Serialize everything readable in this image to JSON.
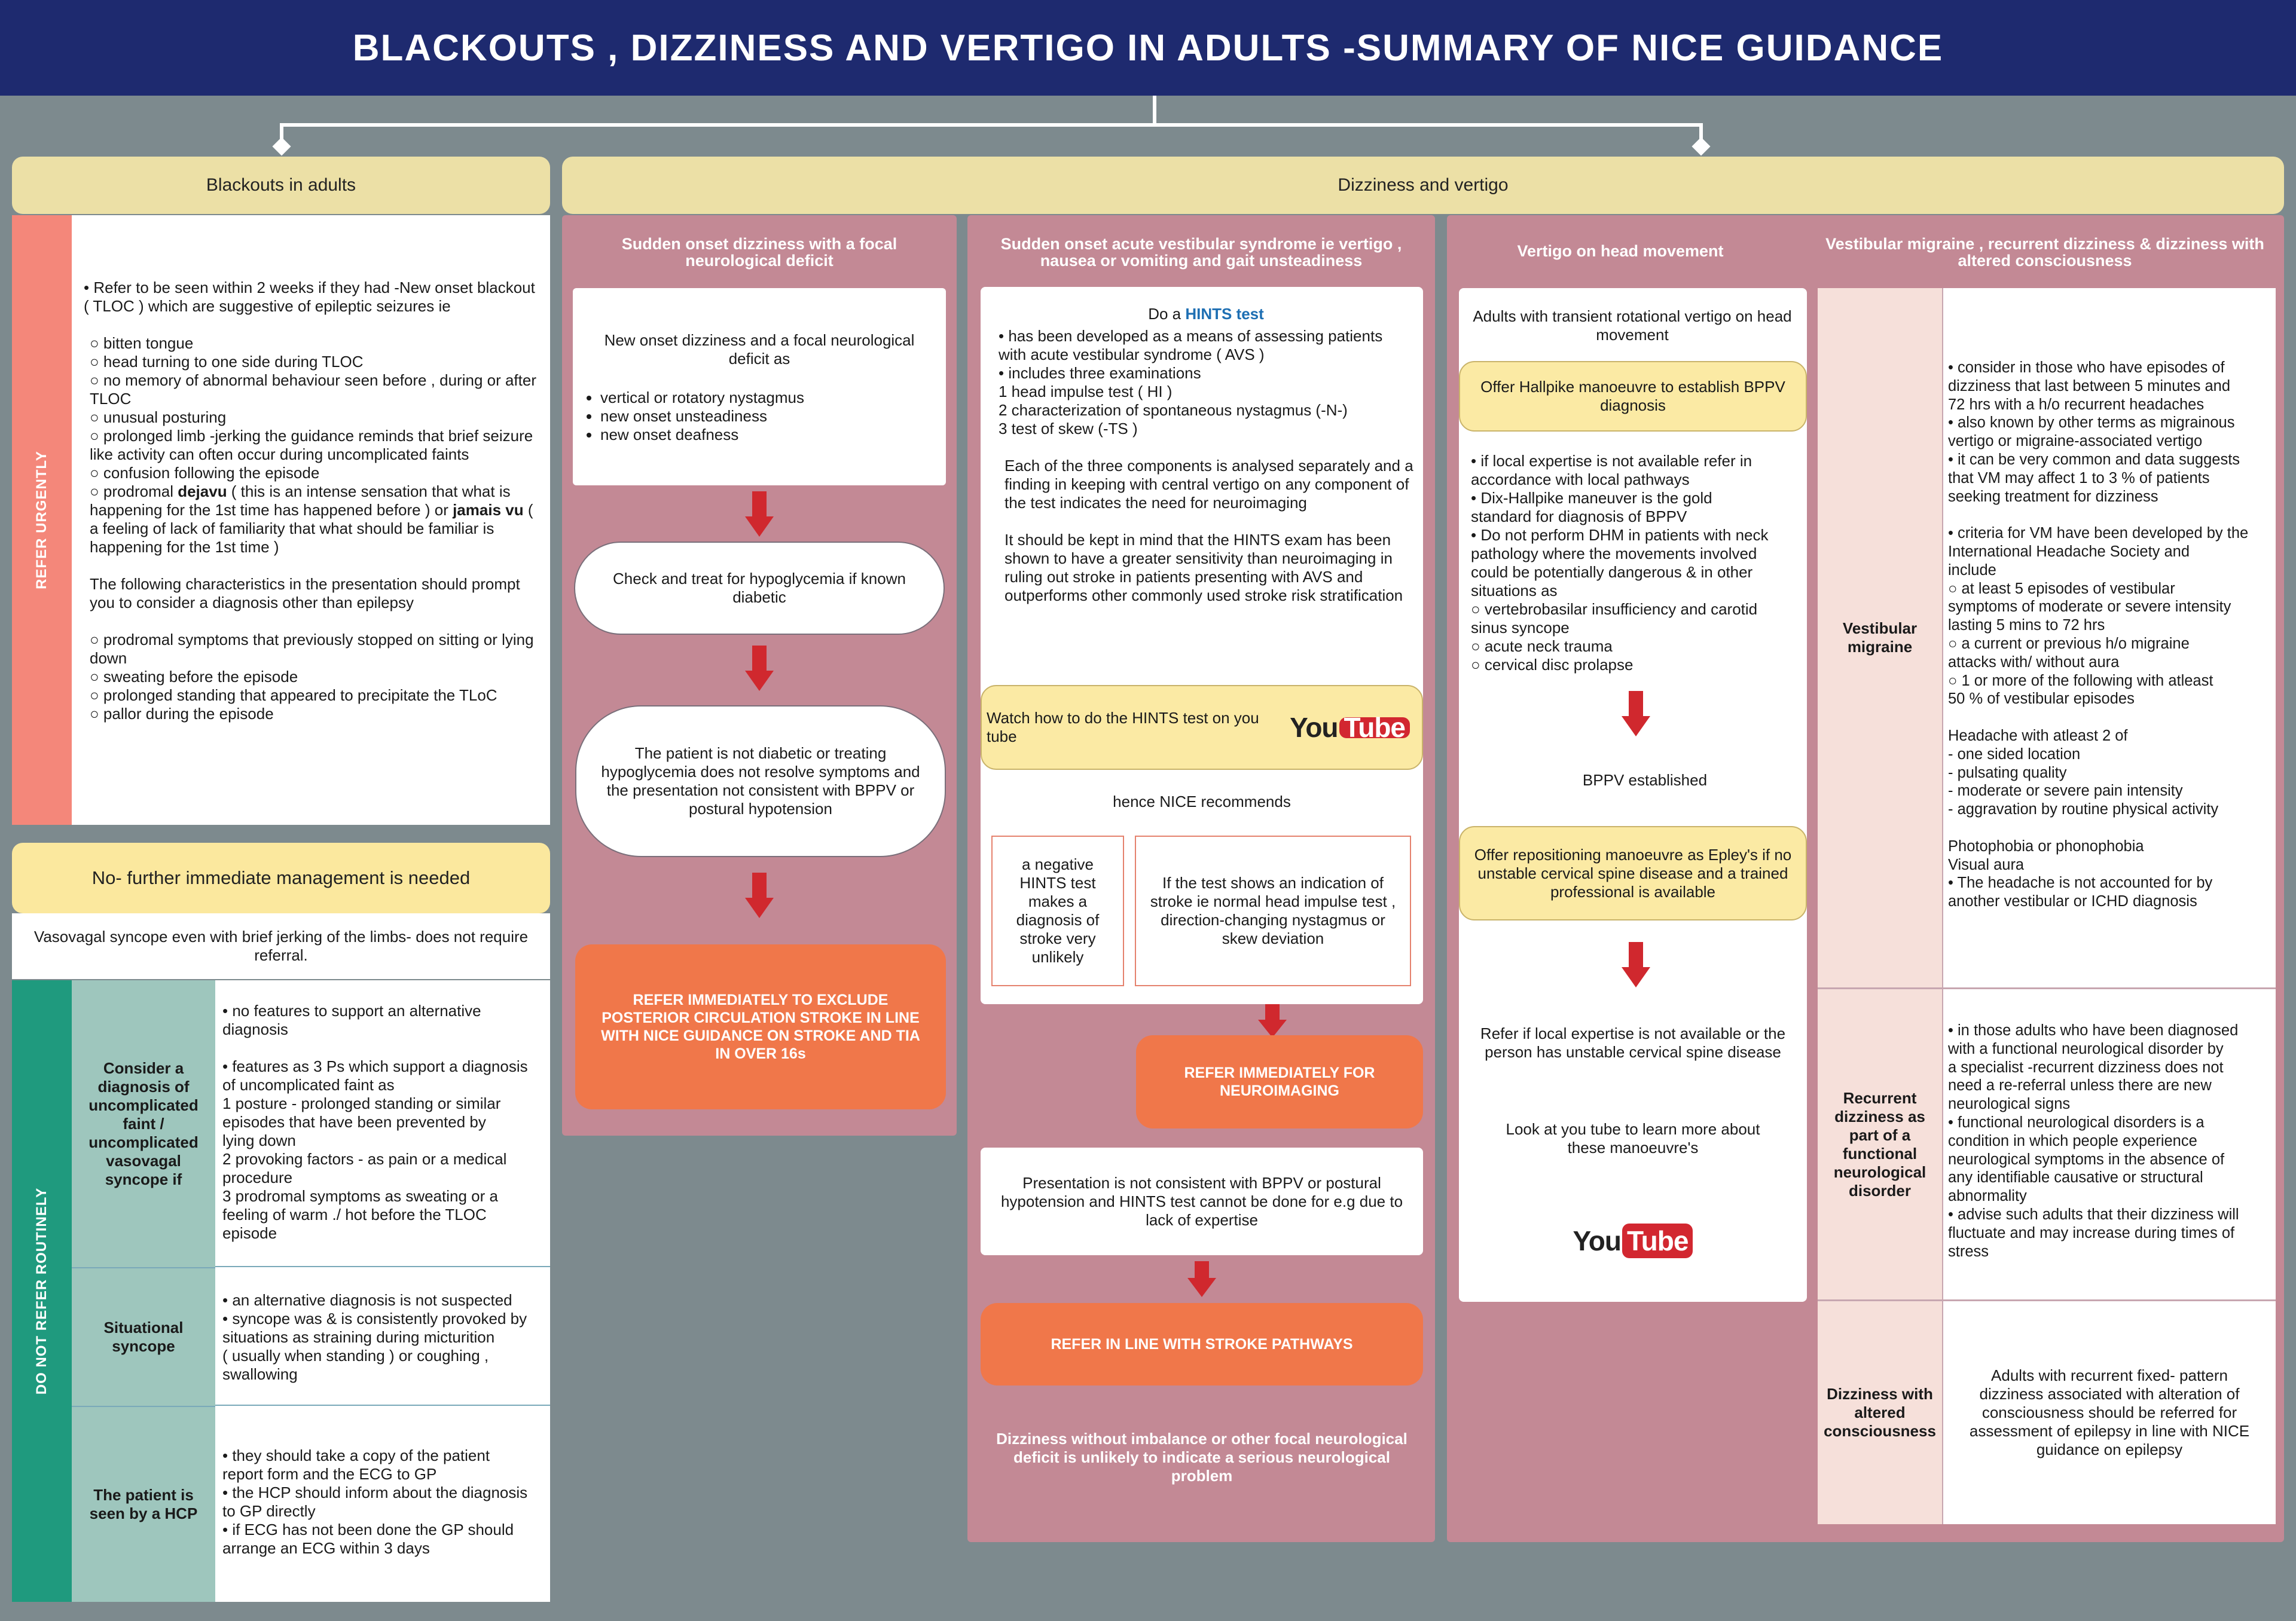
{
  "title": "BLACKOUTS , DIZZINESS AND VERTIGO IN ADULTS -SUMMARY OF NICE GUIDANCE",
  "blackouts": {
    "header": "Blackouts in adults",
    "refer_urgently_label": "REFER URGENTLY",
    "urgent_intro": "• Refer to be seen within 2 weeks if they had -New onset blackout\n( TLOC ) which are suggestive of epileptic seizures ie",
    "urgent_signs": "○ bitten tongue\n○ head turning to one side during TLOC\n○ no memory of abnormal behaviour seen before , during or after TLOC\n○ unusual posturing\n○ prolonged limb -jerking the guidance reminds that brief seizure like activity can  often occur during uncomplicated faints\n○ confusion following the episode",
    "prodromal_a": "○ prodromal ",
    "dejavu": "dejavu",
    "prodromal_b": " ( this is an intense sensation that what is happening for the 1st time has happened before ) or ",
    "jamais": "jamais vu",
    "prodromal_c": " ( a feeling of lack of familiarity that what should be familiar is happening for the 1st time )",
    "other_dx": "The following characteristics in the presentation should prompt you to consider a diagnosis other than epilepsy",
    "other_signs": "○ prodromal symptoms that previously stopped on sitting or lying down\n○ sweating before the episode\n○ prolonged standing that appeared to precipitate the TLoC\n○ pallor during the episode",
    "no_further": "No- further immediate management is needed",
    "vasovagal": "Vasovagal syncope even with brief jerking of the limbs- does not require referral.",
    "do_not_refer_label": "DO NOT REFER ROUTINELY",
    "rows": [
      {
        "label": "Consider a diagnosis of uncomplicated faint / uncomplicated vasovagal syncope if",
        "text": "• no features to support an alternative\n   diagnosis\n\n• features as 3 Ps which support a diagnosis\n   of uncomplicated faint as\n   1 posture - prolonged standing or similar\n   episodes that have been prevented by\n   lying down\n   2 provoking factors - as pain or a medical\n   procedure\n   3 prodromal symptoms as sweating or a\n   feeling of warm ./ hot before the TLOC\n   episode"
      },
      {
        "label": "Situational syncope",
        "text": "• an alternative diagnosis is not suspected\n• syncope was & is consistently provoked by\n   situations as straining during micturition\n   ( usually when standing ) or coughing ,\n   swallowing"
      },
      {
        "label": "The patient is seen by a HCP",
        "text": "• they should take a copy of the patient\n   report form and the ECG to GP\n• the HCP should inform about the diagnosis\n   to GP directly\n• if ECG has not been done the GP should\n   arrange an ECG within 3 days"
      }
    ]
  },
  "dizziness": {
    "header": "Dizziness and vertigo",
    "col1": {
      "head": "Sudden onset dizziness with a focal neurological deficit",
      "box1_intro": "New onset dizziness and a focal neurological deficit as",
      "box1_items": [
        "vertical or rotatory nystagmus",
        "new onset unsteadiness",
        "new onset deafness"
      ],
      "pill1": "Check and treat for hypoglycemia if known diabetic",
      "pill2": "The patient is not diabetic or treating hypoglycemia does not resolve symptoms and the presentation not consistent with BPPV or postural hypotension",
      "refer": "REFER IMMEDIATELY TO EXCLUDE POSTERIOR CIRCULATION STROKE IN LINE WITH NICE GUIDANCE ON STROKE AND TIA IN OVER 16s"
    },
    "col2": {
      "head": "Sudden onset acute vestibular syndrome ie vertigo , nausea or vomiting and gait unsteadiness",
      "do_a": "Do a ",
      "hints": "HINTS test",
      "hints_items": "• has been developed as a means of assessing patients\n   with acute vestibular syndrome ( AVS )\n• includes three examinations\n   1 head impulse test ( HI )\n   2 characterization of spontaneous nystagmus (-N-)\n   3 test of skew (-TS )",
      "hints_para1": "Each of the three components is analysed separately and a finding in keeping with central vertigo on any component of the test indicates the need for neuroimaging",
      "hints_para2": "It should be kept in mind that the HINTS exam has been shown to have a greater sensitivity than neuroimaging in ruling out stroke in patients presenting with AVS and outperforms other commonly used stroke risk stratification",
      "watch": "Watch how to do the HINTS test on you tube",
      "youtube_you": "You",
      "youtube_tube": "Tube",
      "hence": "hence NICE recommends",
      "negative": "a negative HINTS test makes a diagnosis of stroke very unlikely",
      "positive": "If the test shows an indication of stroke ie normal head impulse test , direction-changing nystagmus or skew deviation",
      "refer_neuro": "REFER IMMEDIATELY FOR NEUROIMAGING",
      "not_consistent": "Presentation is not consistent with BPPV or postural hypotension and HINTS test cannot be done for e.g due to lack of expertise",
      "refer_stroke": "REFER IN LINE WITH STROKE PATHWAYS",
      "footer": "Dizziness without imbalance or other focal neurological deficit is unlikely to indicate a serious neurological problem"
    },
    "col3": {
      "head": "Vertigo on head movement",
      "adults": "Adults with transient rotational vertigo on head movement",
      "offer_hallpike": "Offer Hallpike manoeuvre to establish BPPV diagnosis",
      "list": "• if local expertise is not available refer in\n   accordance with local pathways\n• Dix-Hallpike maneuver is the gold\n   standard for diagnosis of BPPV\n• Do not perform DHM in patients with neck\n   pathology where the movements involved\n   could be potentially dangerous & in other\n   situations as\n○ vertebrobasilar insufficiency and carotid\n   sinus syncope\n○ acute neck trauma\n○ cervical disc prolapse",
      "bppv": "BPPV established",
      "offer_epley": "Offer repositioning manoeuvre as Epley's if no unstable cervical spine disease and a trained professional is available",
      "refer_local": "Refer if local expertise is not available or the person has unstable cervical spine disease",
      "look": "Look at you tube to learn more about these manoeuvre's",
      "youtube_you": "You",
      "youtube_tube": "Tube"
    },
    "col4": {
      "head": "Vestibular migraine , recurrent dizziness & dizziness with altered consciousness",
      "rows": [
        {
          "label": "Vestibular migraine",
          "text": "• consider in those who have episodes of\n   dizziness that last between 5 minutes and\n   72 hrs with a h/o recurrent headaches\n• also known by other terms as migrainous\n   vertigo or migraine-associated vertigo\n• it can be very common and data suggests\n   that VM may affect 1 to 3 % of patients\n   seeking treatment for dizziness\n\n• criteria for VM have been developed by the\n   International Headache Society and\n   include\n   ○ at least 5 episodes of vestibular\n   symptoms of moderate or severe intensity\n   lasting 5 mins to 72 hrs\n   ○ a current or previous h/o migraine\n   attacks with/ without aura\n   ○ 1 or more of the following with atleast\n   50 % of vestibular episodes\n\n   Headache with atleast 2 of\n   - one sided location\n   - pulsating quality\n   - moderate or severe pain intensity\n   - aggravation by routine physical activity\n\n   Photophobia or phonophobia\n   Visual aura\n• The headache is not accounted for by\n   another vestibular or ICHD diagnosis"
        },
        {
          "label": "Recurrent dizziness as part of a functional neurological disorder",
          "text": "• in those adults who have been diagnosed\n   with a functional neurological disorder by\n   a specialist -recurrent dizziness does not\n   need a re-referral unless there are new\n   neurological signs\n• functional neurological disorders is a\n   condition in which people experience\n   neurological symptoms in the absence of\n   any identifiable causative or structural\n   abnormality\n• advise such adults that their dizziness will\n   fluctuate and may increase during times of\n   stress"
        },
        {
          "label": "Dizziness with altered consciousness",
          "text": "Adults with recurrent fixed- pattern dizziness associated with alteration of consciousness should be referred for assessment of epilepsy in line with NICE guidance on epilepsy"
        }
      ]
    }
  },
  "colors": {
    "title_bg": "#1e2a6f",
    "background": "#7d8a8e",
    "beige": "#ece0a6",
    "pink_column": "#c38995",
    "salmon": "#f4877a",
    "teal": "#1f9a7e",
    "orange": "#f0774a",
    "arrow_red": "#d0282e"
  }
}
